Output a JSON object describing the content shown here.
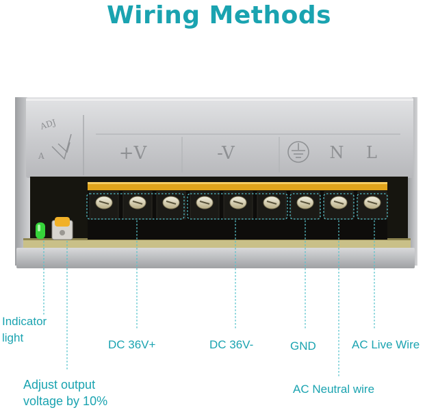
{
  "title": "Wiring Methods",
  "colors": {
    "title": "#1aa3b0",
    "label": "#1aa3b0",
    "leader": "#58c3cc",
    "led": "#36d43a",
    "stripe": "#e0a41c"
  },
  "unit": {
    "adj_text": "ADJ",
    "adj_letter": "A",
    "embossed": {
      "plus_v": "+V",
      "minus_v": "-V",
      "neutral": "N",
      "live": "L"
    },
    "ground_symbol": "ground-icon",
    "terminal_count": 9
  },
  "labels": {
    "indicator_light": "Indicator light",
    "adjust_output": "Adjust output voltage by 10%",
    "dc_pos": "DC 36V+",
    "dc_neg": "DC 36V-",
    "gnd": "GND",
    "ac_live": "AC Live Wire",
    "ac_neutral": "AC Neutral wire"
  }
}
